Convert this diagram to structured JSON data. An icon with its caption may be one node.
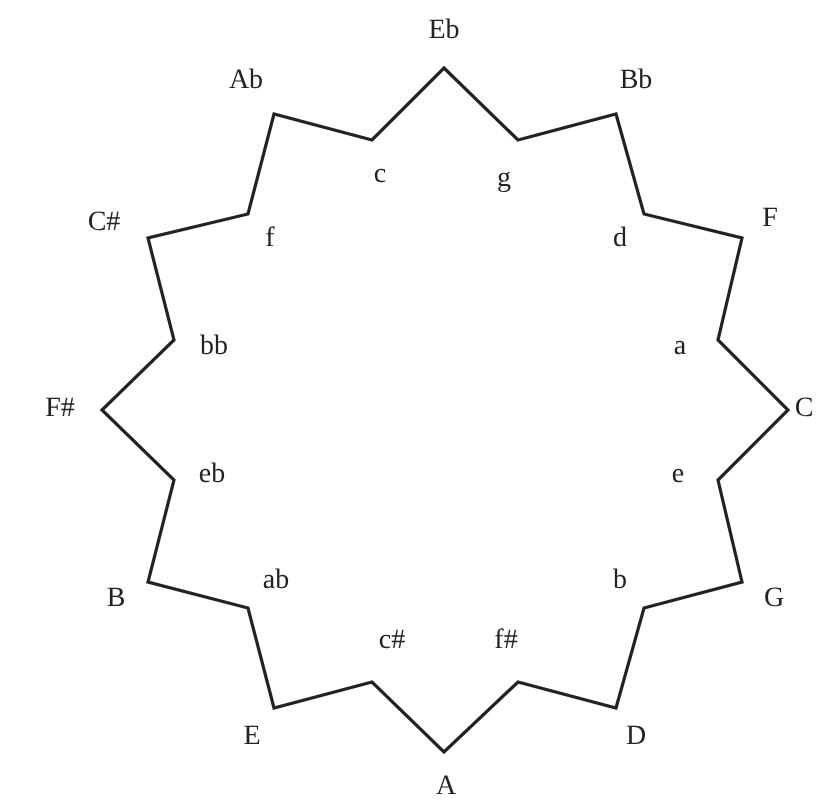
{
  "diagram": {
    "labels": [
      "Eb",
      "Ab",
      "Bb",
      "c",
      "g",
      "C#",
      "F",
      "f",
      "d",
      "bb",
      "a",
      "F#",
      "C",
      "eb",
      "e",
      "B",
      "ab",
      "b",
      "G",
      "c#",
      "f#",
      "E",
      "D",
      "A"
    ]
  }
}
